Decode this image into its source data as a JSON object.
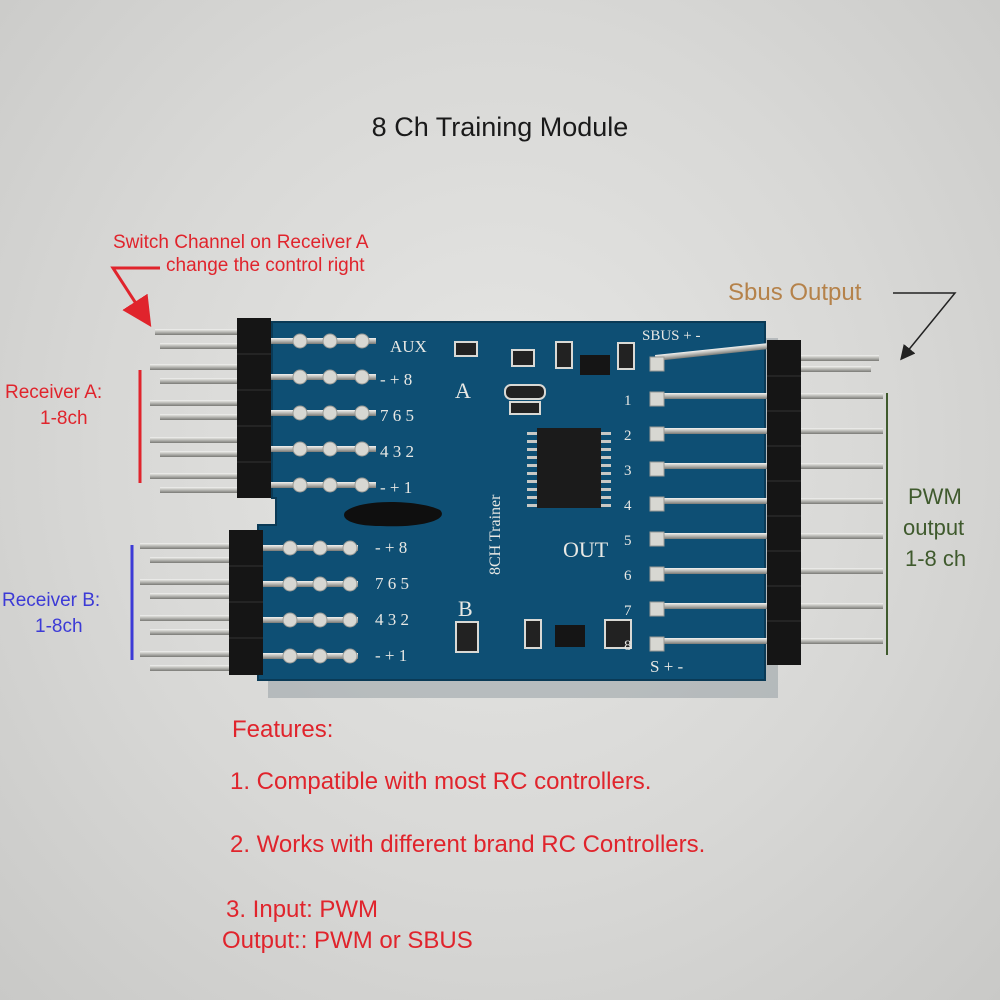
{
  "title": "8 Ch Training Module",
  "annotations": {
    "switch_channel_line1": "Switch Channel on Receiver A",
    "switch_channel_line2": "change the control right",
    "receiver_a_line1": "Receiver A:",
    "receiver_a_line2": "1-8ch",
    "receiver_b_line1": "Receiver B:",
    "receiver_b_line2": "1-8ch",
    "sbus_output": "Sbus Output",
    "pwm_line1": "PWM",
    "pwm_line2": "output",
    "pwm_line3": "1-8 ch"
  },
  "board": {
    "label_aux": "AUX",
    "label_sbus": "SBUS + -",
    "label_a": "A",
    "label_b": "B",
    "label_trainer": "8CH Trainer",
    "label_out": "OUT",
    "label_bottom": "S + -",
    "row_a": [
      "- + 8",
      "7 6 5",
      "4 3 2",
      "- + 1"
    ],
    "row_b": [
      "- + 8",
      "7 6 5",
      "4 3 2",
      "- + 1"
    ],
    "out_numbers": [
      "1",
      "2",
      "3",
      "4",
      "5",
      "6",
      "7",
      "8"
    ]
  },
  "features": {
    "heading": "Features:",
    "item1": "1. Compatible with most RC controllers.",
    "item2": "2. Works with different brand RC Controllers.",
    "item3_line1": "3. Input: PWM",
    "item3_line2": "Output:: PWM or SBUS"
  },
  "colors": {
    "red": "#e0242c",
    "blue": "#3c3ad6",
    "tan": "#b5824a",
    "green": "#3f5a2d",
    "pcb": "#0e4f74"
  }
}
